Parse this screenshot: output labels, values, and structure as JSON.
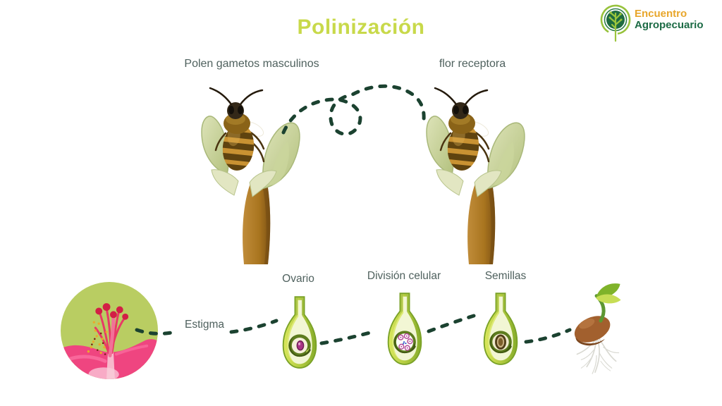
{
  "title": "Polinización",
  "logo": {
    "name_top": "Encuentro",
    "name_bottom": "Agropecuario"
  },
  "diagram_top": {
    "pollen_label": "Polen gametos masculinos",
    "receiver_label": "flor receptora"
  },
  "diagram_bottom": {
    "stigma_label": "Estigma",
    "ovary_label": "Ovario",
    "cell_division_label": "División celular",
    "seeds_label": "Semillas"
  },
  "icons": {
    "brand_emblem": "tree-in-circle-icon",
    "bee_left": "bee-on-budding-branch-photo",
    "bee_right": "bee-on-budding-branch-photo",
    "flight_path": "dashed-bee-flight-path-with-loop",
    "stigma_photo": "pink-flower-stigma-photo",
    "ovary_stage": "pistil-cross-section-ovule",
    "division_stage": "pistil-cross-section-dividing-cells",
    "seeds_stage": "pistil-cross-section-seed",
    "seedling": "sprouting-seed-with-roots"
  },
  "colors": {
    "title_green": "#C8D94A",
    "label_text": "#4F615E",
    "dash_green": "#1B4230",
    "logo_orange": "#E8A62B",
    "logo_green": "#1C6B45",
    "circle_background": "#B9CD62",
    "petal_pink": "#EF4580"
  }
}
